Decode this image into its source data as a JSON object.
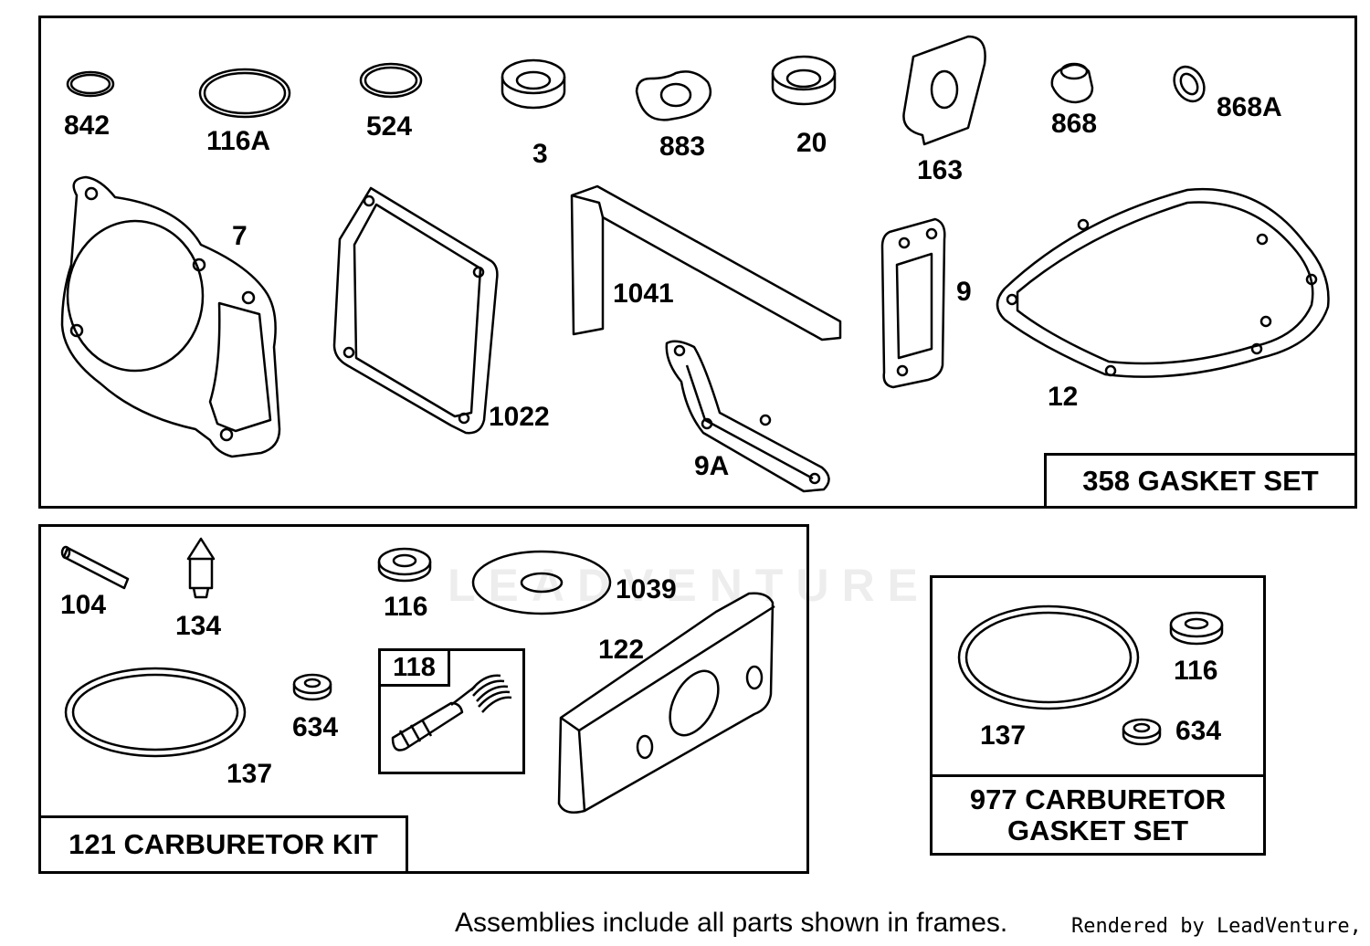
{
  "frames": {
    "gasket_set_title": "358 GASKET SET",
    "carb_kit_title": "121 CARBURETOR KIT",
    "carb_gasket_title_line1": "977 CARBURETOR",
    "carb_gasket_title_line2": "GASKET SET",
    "sub_kit_118": "118"
  },
  "parts": {
    "p842": "842",
    "p116A": "116A",
    "p524": "524",
    "p3": "3",
    "p883": "883",
    "p20": "20",
    "p163": "163",
    "p868": "868",
    "p868A": "868A",
    "p7": "7",
    "p1022": "1022",
    "p1041": "1041",
    "p9": "9",
    "p9A": "9A",
    "p12": "12",
    "p104": "104",
    "p134": "134",
    "p116": "116",
    "p1039": "1039",
    "p122": "122",
    "p634": "634",
    "p137": "137",
    "c137": "137",
    "c116": "116",
    "c634": "634"
  },
  "watermark": "LEADVENTURE",
  "footer": "Assemblies include all parts shown in frames.",
  "credit": "Rendered by LeadVenture, Inc."
}
